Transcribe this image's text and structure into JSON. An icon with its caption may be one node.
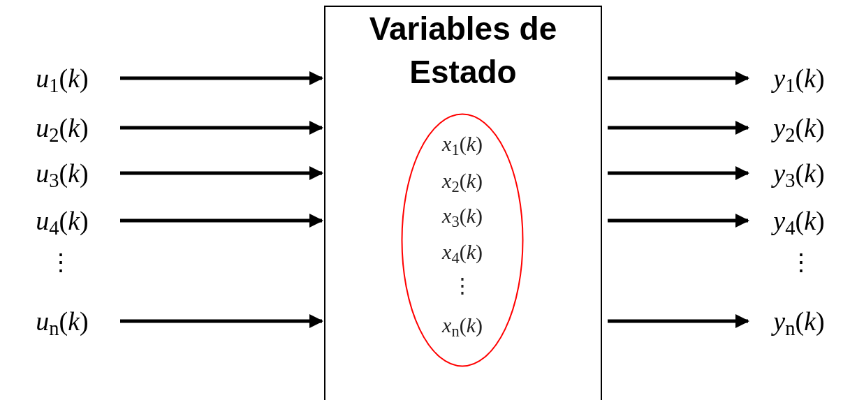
{
  "diagram": {
    "nodes": [
      {
        "text": [
          "Variables de Estado"
        ]
      },
      {
        "text": [
          "*x*$_{1}$(*k*)",
          "*x*$_{2}$(*k*)",
          "*x*$_{3}$(*k*)",
          "*x*$_{4}$(*k*)",
          "⋮",
          "*x*$_{n}$(*k*)"
        ],
        "in": 0
      },
      {
        "text": [
          "*u*$_{1}$(*k*)"
        ]
      },
      {
        "text": [
          "*u*$_{2}$(*k*)"
        ]
      },
      {
        "text": [
          "*u*$_{3}$(*k*)"
        ]
      },
      {
        "text": [
          "*u*$_{4}$(*k*)"
        ]
      },
      {
        "text": [
          "*u*$_{n}$(*k*)"
        ]
      },
      {
        "text": [
          "*y*$_{1}$(*k*)"
        ]
      },
      {
        "text": [
          "*y*$_{2}$(*k*)"
        ]
      },
      {
        "text": [
          "*y*$_{3}$(*k*)"
        ]
      },
      {
        "text": [
          "*y*$_{4}$(*k*)"
        ]
      },
      {
        "text": [
          "*y*$_{n}$(*k*)"
        ]
      }
    ],
    "edges": [
      {
        "from": 2,
        "to": 0,
        "arrow": "to"
      },
      {
        "from": 3,
        "to": 0,
        "arrow": "to"
      },
      {
        "from": 4,
        "to": 0,
        "arrow": "to"
      },
      {
        "from": 5,
        "to": 0,
        "arrow": "to"
      },
      {
        "from": 6,
        "to": 0,
        "arrow": "to"
      },
      {
        "from": 0,
        "to": 7,
        "arrow": "to"
      },
      {
        "from": 0,
        "to": 8,
        "arrow": "to"
      },
      {
        "from": 0,
        "to": 9,
        "arrow": "to"
      },
      {
        "from": 0,
        "to": 10,
        "arrow": "to"
      },
      {
        "from": 0,
        "to": 11,
        "arrow": "to"
      }
    ],
    "labels": [
      "⋮",
      "⋮"
    ]
  }
}
